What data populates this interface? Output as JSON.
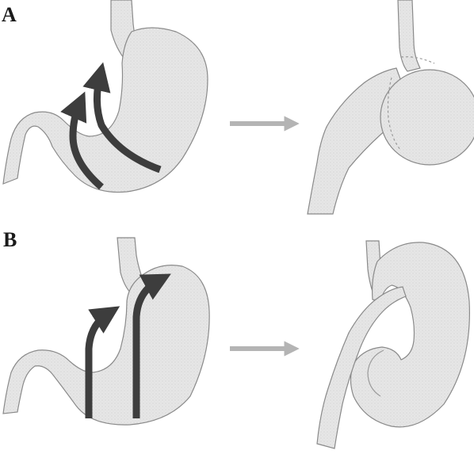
{
  "panels": [
    {
      "label": "A",
      "before": "stomach-with-two-curved-arrows",
      "after": "rounded-fundus-wrap"
    },
    {
      "label": "B",
      "before": "stomach-with-two-vertical-arrows",
      "after": "tubular-gastric-wrap"
    }
  ],
  "colors": {
    "organ_fill": "#e4e4e4",
    "organ_stroke": "#8a8a8a",
    "arrow_dark": "#3d3d3d",
    "transform_arrow": "#b4b4b4",
    "background": "#ffffff"
  },
  "icons": {
    "transform_arrow": "right-arrow-icon",
    "rotation_arrow": "curved-arrow-icon"
  }
}
